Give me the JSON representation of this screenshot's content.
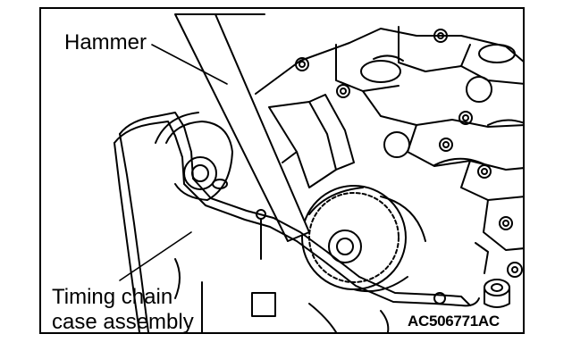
{
  "labels": {
    "hammer": "Hammer",
    "timing_line1": "Timing chain",
    "timing_line2": "case assembly",
    "figure_code": "AC506771AC"
  },
  "colors": {
    "ink": "#000000",
    "paper": "#ffffff"
  }
}
